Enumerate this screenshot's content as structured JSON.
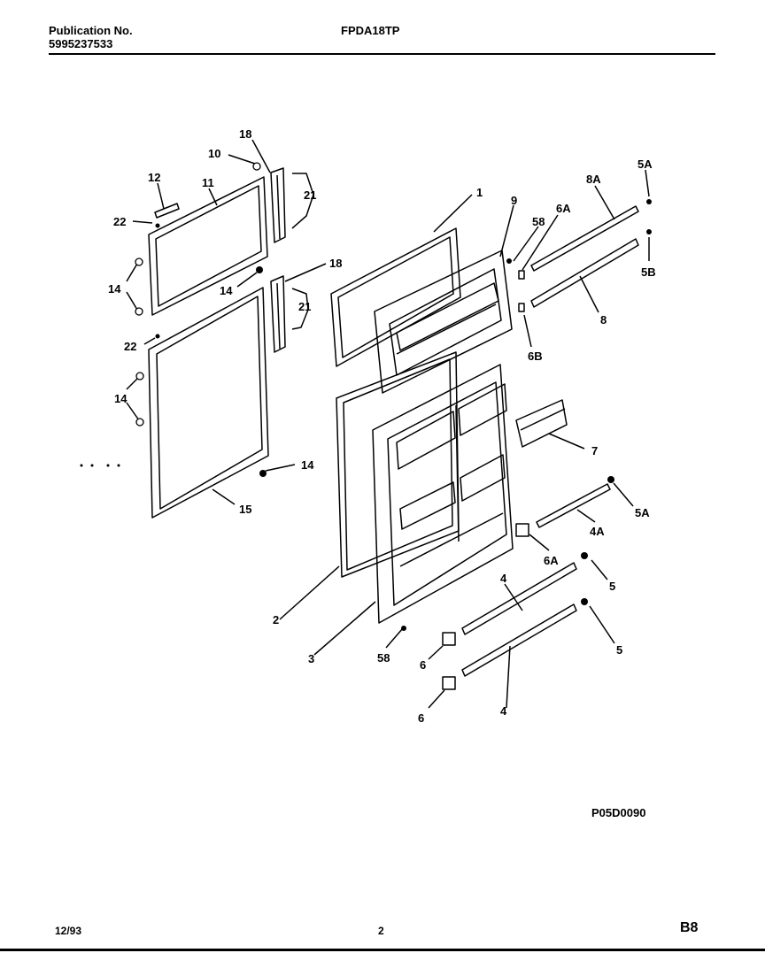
{
  "header": {
    "publication_label": "Publication No.",
    "publication_number": "5995237533",
    "model": "FPDA18TP"
  },
  "footer": {
    "date": "12/93",
    "page": "2",
    "section": "B8"
  },
  "diagram_code": "P05D0090",
  "callouts": {
    "c1": "1",
    "c2": "2",
    "c3": "3",
    "c4a": "4",
    "c4b": "4",
    "c4A": "4A",
    "c5a": "5",
    "c5b": "5",
    "c5A1": "5A",
    "c5A2": "5A",
    "c5B": "5B",
    "c6a": "6",
    "c6b": "6",
    "c6A1": "6A",
    "c6A2": "6A",
    "c6B": "6B",
    "c7": "7",
    "c8": "8",
    "c8A": "8A",
    "c9": "9",
    "c10": "10",
    "c11": "11",
    "c12": "12",
    "c14a": "14",
    "c14b": "14",
    "c14c": "14",
    "c14d": "14",
    "c15": "15",
    "c18a": "18",
    "c18b": "18",
    "c21a": "21",
    "c21b": "21",
    "c22a": "22",
    "c22b": "22",
    "c58a": "58",
    "c58b": "58"
  }
}
